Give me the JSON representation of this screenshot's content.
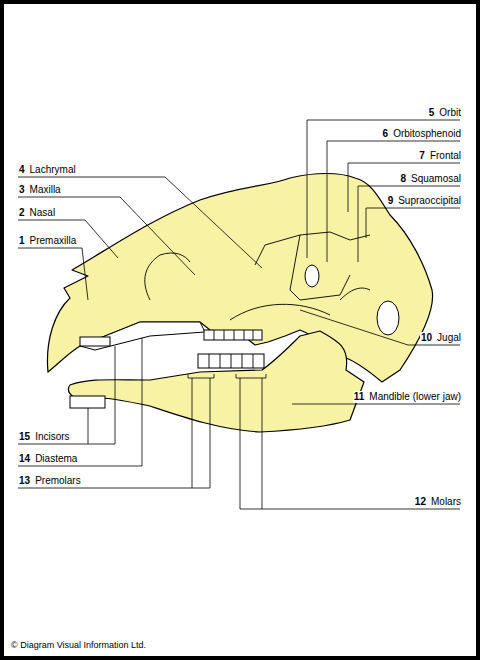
{
  "diagram": {
    "labels": [
      "5",
      "Orbit",
      "6",
      "Orbitosphenoid",
      "7",
      "Frontal",
      "4",
      "Lachrymal",
      "8",
      "Squamosal",
      "3",
      "Maxilla",
      "9",
      "Supraoccipital",
      "2",
      "Nasal",
      "1",
      "Premaxilla",
      "10",
      "Jugal",
      "11",
      "Mandible (lower jaw)",
      "15",
      "Incisors",
      "14",
      "Diastema",
      "13",
      "Premolars",
      "12",
      "Molars",
      "© Diagram Visual Information Ltd."
    ]
  }
}
